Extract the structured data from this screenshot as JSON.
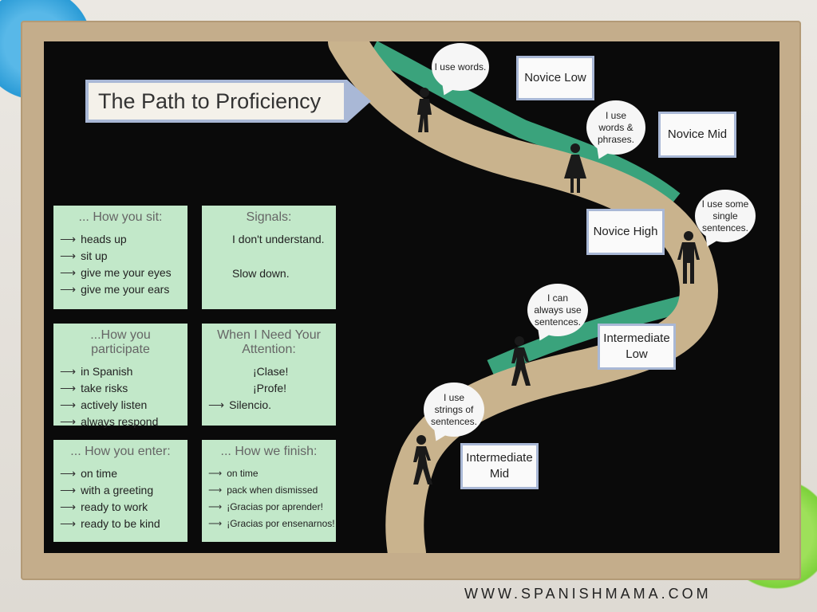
{
  "title": "The Path to  Proficiency",
  "left_cards": [
    {
      "heading": "... How you sit:",
      "items": [
        "heads up",
        "sit up",
        "give me your eyes",
        "give me your ears"
      ]
    },
    {
      "heading": "...How you participate",
      "items": [
        "in Spanish",
        "take risks",
        "actively listen",
        "always respond"
      ]
    },
    {
      "heading": "... How you enter:",
      "items": [
        "on time",
        "with a greeting",
        "ready to work",
        "ready to be kind"
      ]
    }
  ],
  "right_cards": [
    {
      "heading": "Signals:",
      "items": [
        "I don't understand.",
        "Slow down."
      ]
    },
    {
      "heading": "When I Need Your Attention:",
      "items": [
        "¡Clase!",
        "¡Profe!",
        "Silencio."
      ]
    },
    {
      "heading": "... How we finish:",
      "items": [
        "on time",
        "pack when dismissed",
        "¡Gracias por aprender!",
        "¡Gracias por ensenarnos!"
      ]
    }
  ],
  "levels": [
    "Novice Low",
    "Novice Mid",
    "Novice High",
    "Intermediate Low",
    "Intermediate Mid"
  ],
  "bubbles": [
    "I use words.",
    "I use words & phrases.",
    "I use some single sentences.",
    "I can always use sentences.",
    "I use strings of sentences."
  ],
  "footer": "WWW.SPANISHMAMA.COM",
  "colors": {
    "board": "#0a0a0a",
    "card": "#c2e8c9",
    "path": "#c9b38d",
    "grass": "#3aa37c",
    "level_border": "#a9b8d6"
  }
}
